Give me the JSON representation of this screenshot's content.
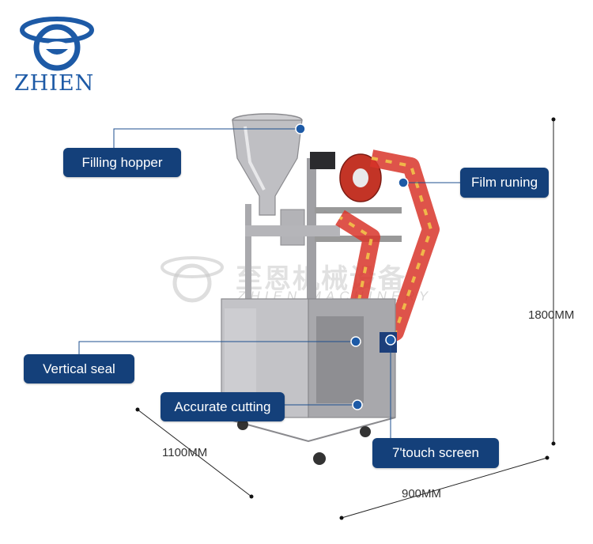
{
  "brand": {
    "name": "ZHIEN"
  },
  "watermark": {
    "chinese": "至恩机械设备",
    "english": "ZHIEN MACHINERY"
  },
  "callouts": {
    "filling_hopper": "Filling hopper",
    "film_running": "Film runing",
    "vertical_seal": "Vertical seal",
    "accurate_cutting": "Accurate cutting",
    "touch_screen": "7'touch screen"
  },
  "dimensions": {
    "height": "1800MM",
    "depth": "1100MM",
    "width": "900MM"
  },
  "colors": {
    "callout_bg": "#14407a",
    "brand_blue": "#1d5aa6",
    "machine_steel": "#b8b8bb",
    "film_red": "#d8352a"
  }
}
